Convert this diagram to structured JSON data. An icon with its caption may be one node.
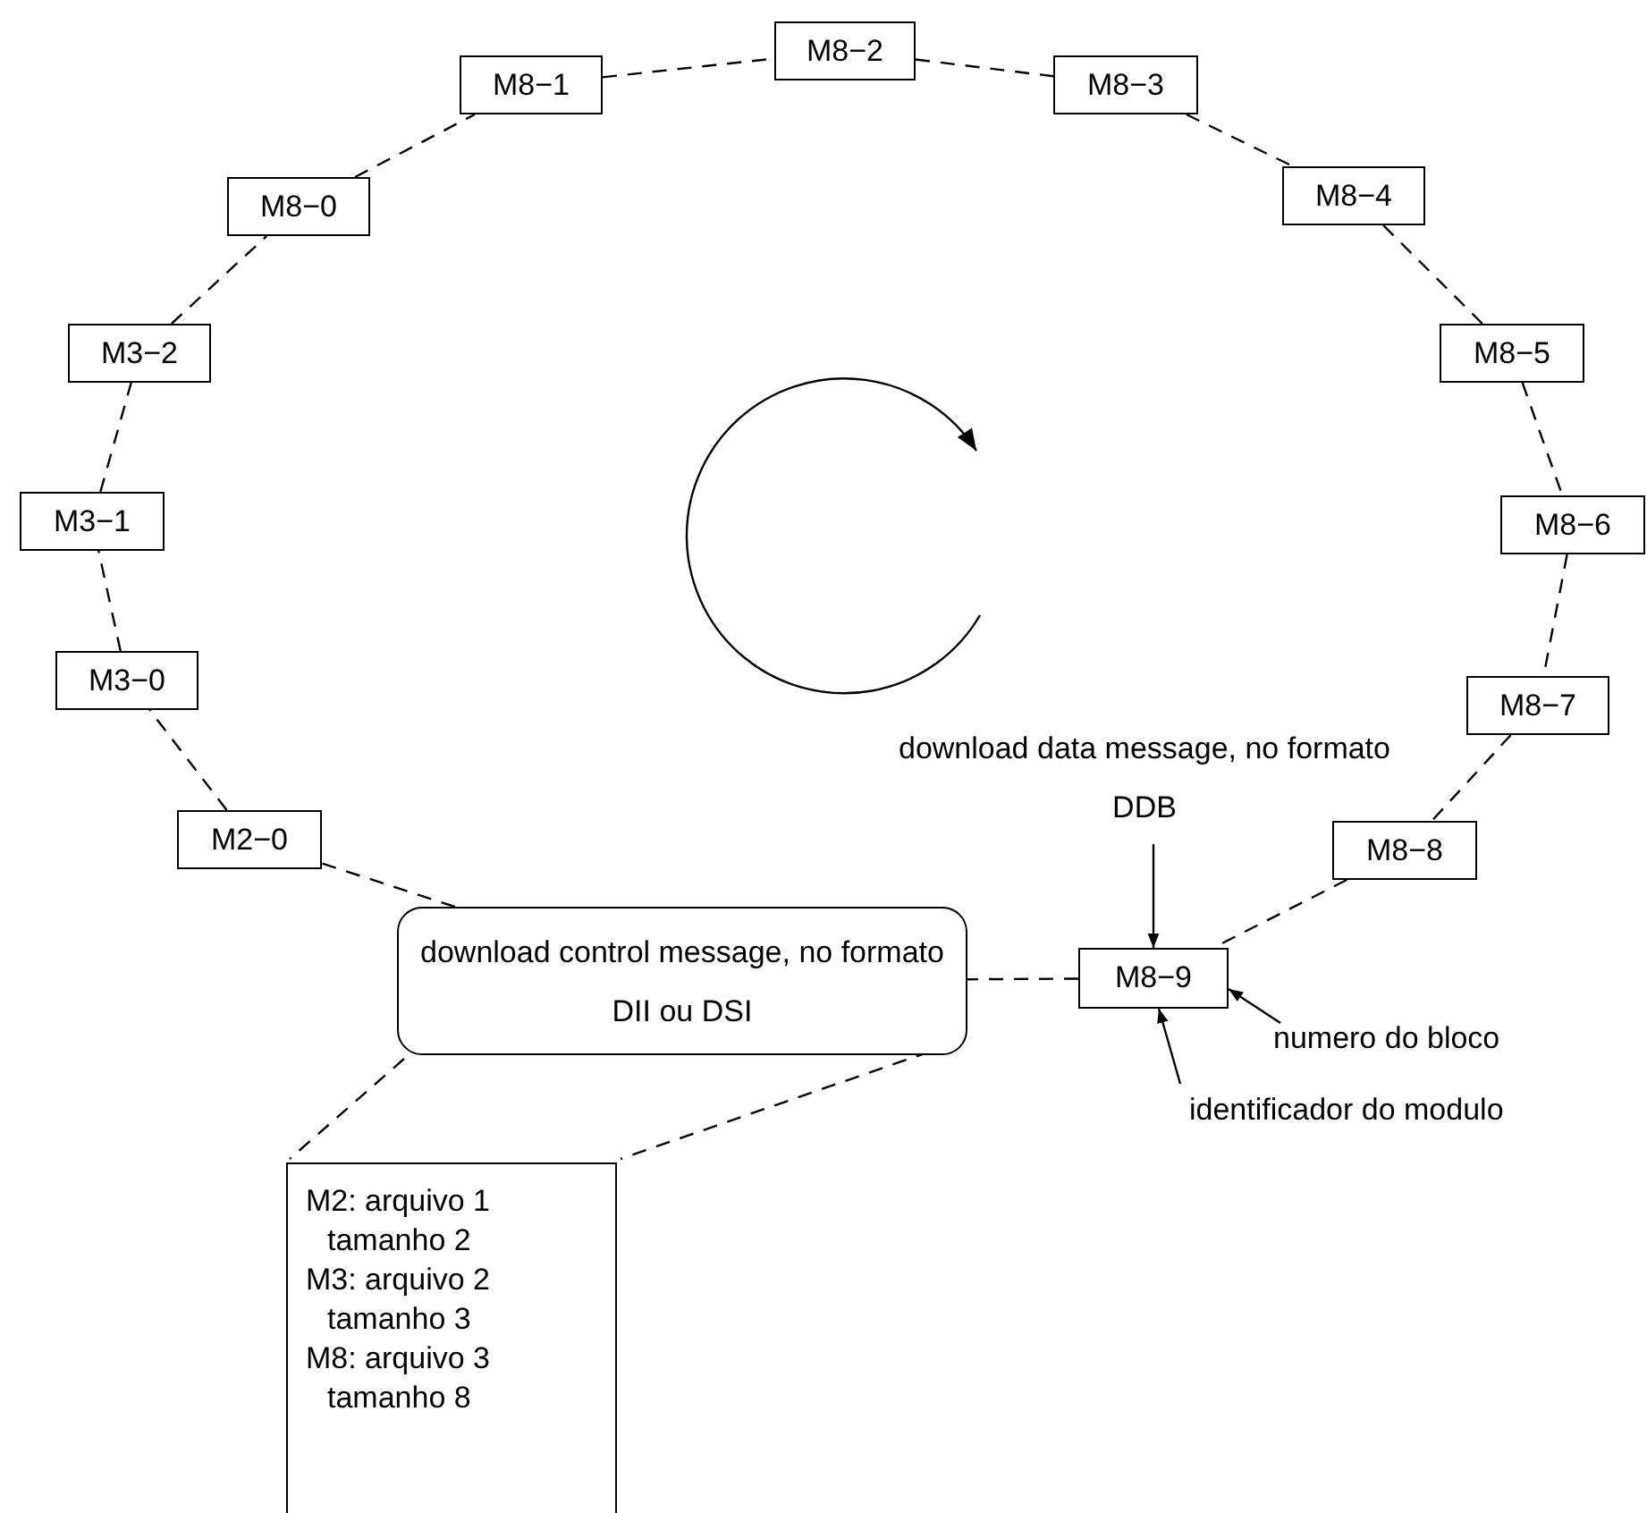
{
  "diagram": {
    "nodes": [
      {
        "text": [
          "M2−0"
        ]
      },
      {
        "text": [
          "M3−0"
        ]
      },
      {
        "text": [
          "M3−1"
        ]
      },
      {
        "text": [
          "M3−2"
        ]
      },
      {
        "text": [
          "M8−0"
        ]
      },
      {
        "text": [
          "M8−1"
        ]
      },
      {
        "text": [
          "M8−2"
        ]
      },
      {
        "text": [
          "M8−3"
        ]
      },
      {
        "text": [
          "M8−4"
        ]
      },
      {
        "text": [
          "M8−5"
        ]
      },
      {
        "text": [
          "M8−6"
        ]
      },
      {
        "text": [
          "M8−7"
        ]
      },
      {
        "text": [
          "M8−8"
        ]
      },
      {
        "text": [
          "M8−9"
        ]
      },
      {
        "text": [
          "download control message, no formato DII ou DSI"
        ]
      },
      {
        "text": [
          "M2: arquivo 1",
          "tamanho 2",
          "M3: arquivo 2",
          "tamanho 3",
          "M8: arquivo 3",
          "tamanho 8"
        ]
      },
      {
        "text": [
          "download data message, no formato DDB"
        ]
      },
      {
        "text": [
          "numero do bloco"
        ]
      },
      {
        "text": [
          "identificador do modulo"
        ]
      }
    ],
    "edges": [
      {
        "from": 0,
        "to": 1,
        "arrow": "none",
        "style": "dashed"
      },
      {
        "from": 1,
        "to": 2,
        "arrow": "none",
        "style": "dashed"
      },
      {
        "from": 2,
        "to": 3,
        "arrow": "none",
        "style": "dashed"
      },
      {
        "from": 3,
        "to": 4,
        "arrow": "none",
        "style": "dashed"
      },
      {
        "from": 4,
        "to": 5,
        "arrow": "none",
        "style": "dashed"
      },
      {
        "from": 5,
        "to": 6,
        "arrow": "none",
        "style": "dashed"
      },
      {
        "from": 6,
        "to": 7,
        "arrow": "none",
        "style": "dashed"
      },
      {
        "from": 7,
        "to": 8,
        "arrow": "none",
        "style": "dashed"
      },
      {
        "from": 8,
        "to": 9,
        "arrow": "none",
        "style": "dashed"
      },
      {
        "from": 9,
        "to": 10,
        "arrow": "none",
        "style": "dashed"
      },
      {
        "from": 10,
        "to": 11,
        "arrow": "none",
        "style": "dashed"
      },
      {
        "from": 11,
        "to": 12,
        "arrow": "none",
        "style": "dashed"
      },
      {
        "from": 12,
        "to": 13,
        "arrow": "none",
        "style": "dashed"
      },
      {
        "from": 13,
        "to": 14,
        "arrow": "none",
        "style": "dashed"
      },
      {
        "from": 14,
        "to": 0,
        "arrow": "none",
        "style": "dashed"
      },
      {
        "from": 14,
        "to": 15,
        "arrow": "none",
        "style": "dashed"
      },
      {
        "from": 14,
        "to": 15,
        "arrow": "none",
        "style": "dashed"
      },
      {
        "from": 16,
        "to": 13,
        "arrow": "to"
      },
      {
        "from": 17,
        "to": 13,
        "arrow": "to"
      },
      {
        "from": 18,
        "to": 13,
        "arrow": "to"
      }
    ]
  }
}
